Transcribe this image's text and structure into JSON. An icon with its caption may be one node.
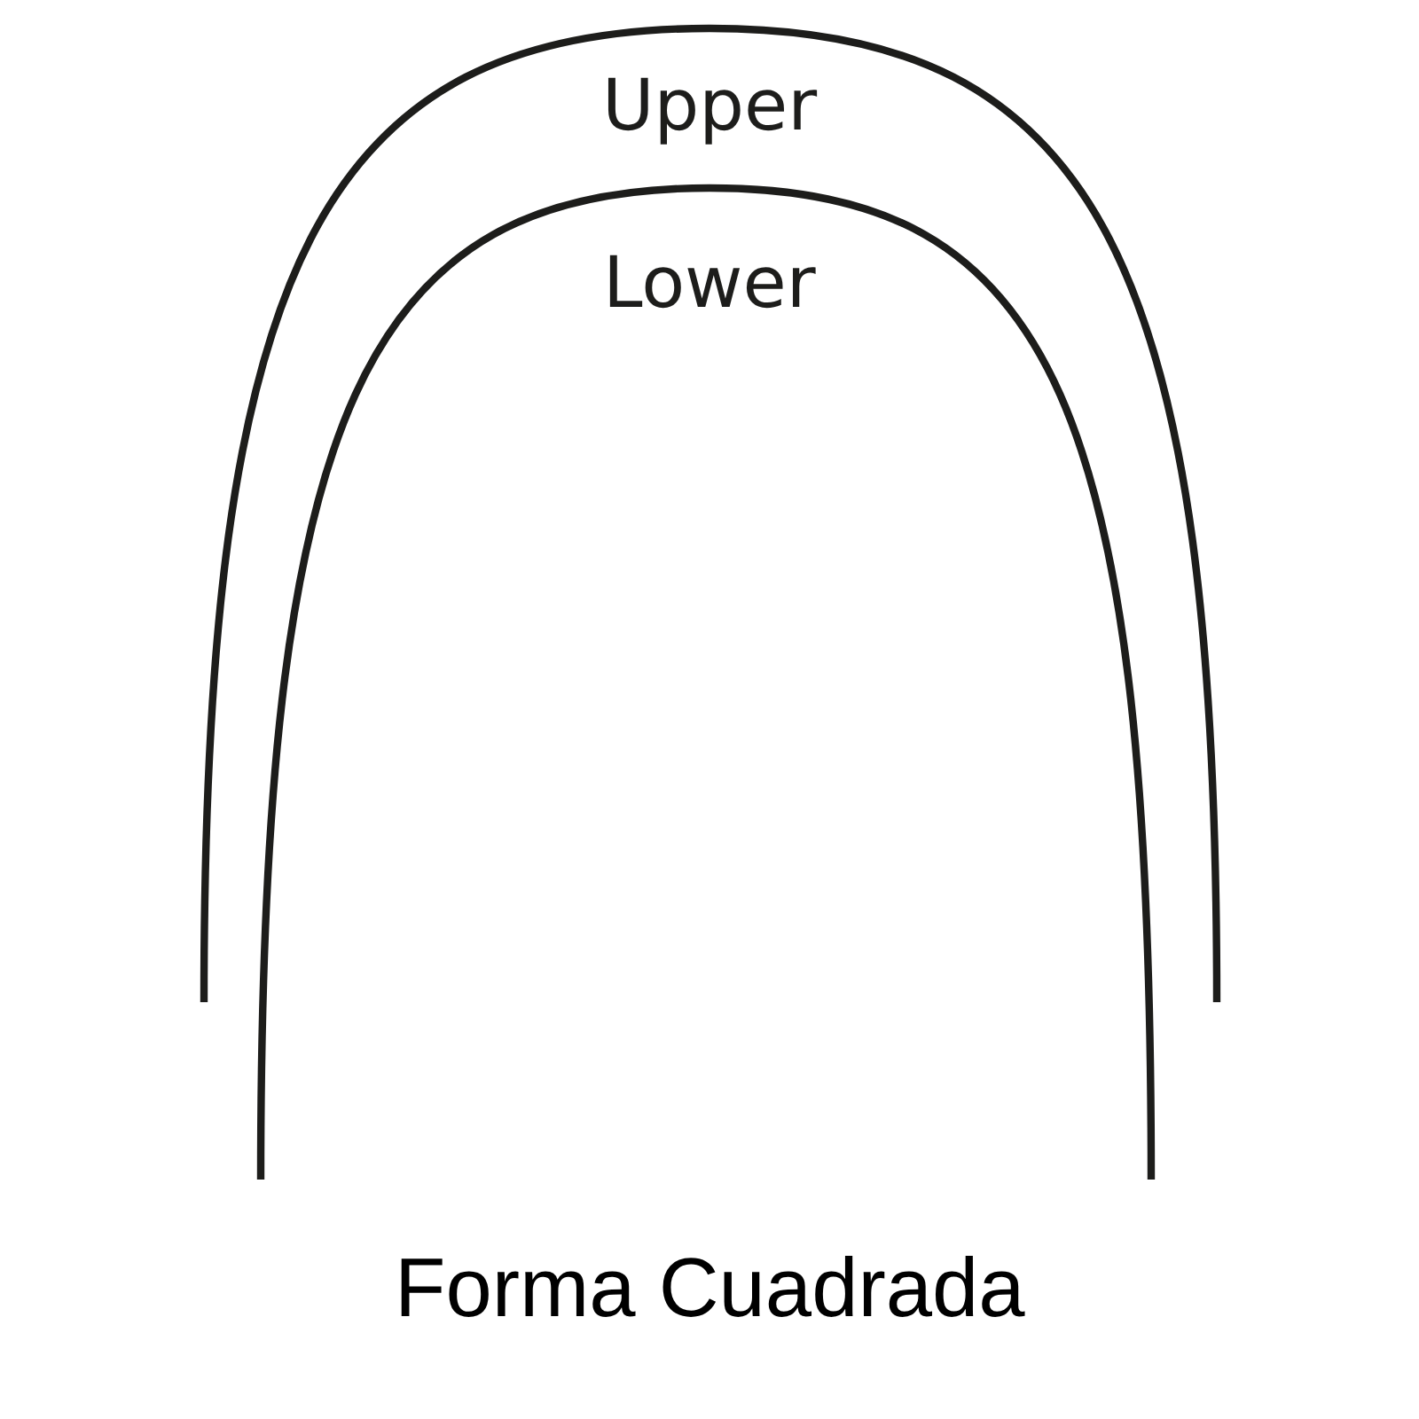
{
  "diagram": {
    "caption": "Forma Cuadrada",
    "labels": [
      "Upper",
      "Lower"
    ]
  }
}
